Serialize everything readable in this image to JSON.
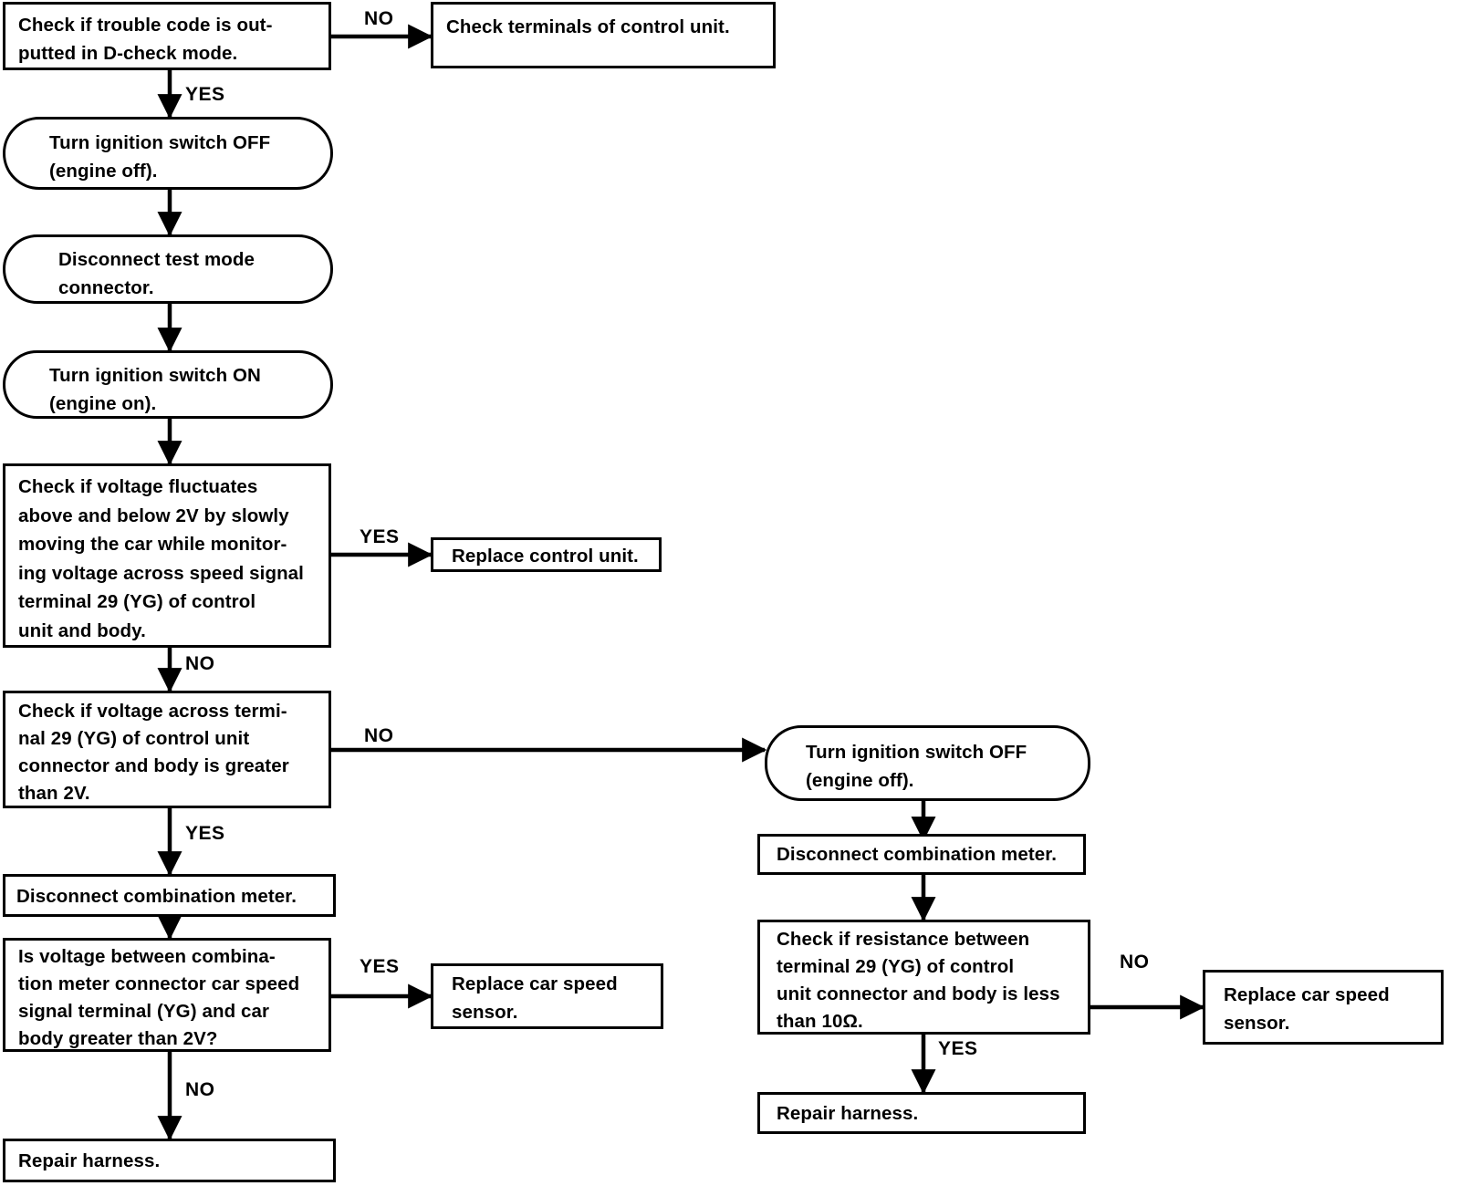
{
  "diagram": {
    "title": "Car speed sensor / speed signal diagnostic flowchart",
    "line_color": "#000000",
    "background_color": "#ffffff"
  },
  "nodes": [
    {
      "id": "n1",
      "name": "check-trouble-code",
      "shape": "rectangle",
      "text": "Check if trouble code is out-\nputted in D-check mode."
    },
    {
      "id": "n2",
      "name": "check-terminals-control-unit",
      "shape": "rectangle",
      "text": "Check terminals of control unit."
    },
    {
      "id": "n3",
      "name": "turn-ignition-off-1",
      "shape": "rounded",
      "text": "Turn ignition switch OFF\n(engine off)."
    },
    {
      "id": "n4",
      "name": "disconnect-test-mode-connector",
      "shape": "rounded",
      "text": "Disconnect test mode\nconnector."
    },
    {
      "id": "n5",
      "name": "turn-ignition-on",
      "shape": "rounded",
      "text": "Turn ignition switch ON\n(engine on)."
    },
    {
      "id": "n6",
      "name": "check-voltage-fluctuates",
      "shape": "rectangle",
      "text": "Check if voltage fluctuates\nabove and below 2V by slowly\nmoving the car while monitor-\ning voltage across speed signal\nterminal 29 (YG) of control\nunit and body."
    },
    {
      "id": "n7",
      "name": "replace-control-unit",
      "shape": "rectangle",
      "text": "Replace control unit."
    },
    {
      "id": "n8",
      "name": "check-voltage-terminal-29",
      "shape": "rectangle",
      "text": "Check if voltage across termi-\nnal 29 (YG) of control unit\nconnector and body is greater\nthan 2V."
    },
    {
      "id": "n9",
      "name": "disconnect-combination-meter-left",
      "shape": "rectangle",
      "text": "Disconnect combination meter."
    },
    {
      "id": "n10",
      "name": "is-voltage-combination-meter",
      "shape": "rectangle",
      "text": "Is voltage between combina-\ntion meter connector car speed\nsignal terminal (YG) and car\nbody greater than 2V?"
    },
    {
      "id": "n11",
      "name": "replace-car-speed-sensor-left",
      "shape": "rectangle",
      "text": "Replace car speed\nsensor."
    },
    {
      "id": "n12",
      "name": "repair-harness-left",
      "shape": "rectangle",
      "text": "Repair harness."
    },
    {
      "id": "n13",
      "name": "turn-ignition-off-2",
      "shape": "rounded",
      "text": "Turn ignition switch OFF\n(engine off)."
    },
    {
      "id": "n14",
      "name": "disconnect-combination-meter-right",
      "shape": "rectangle",
      "text": "Disconnect combination meter."
    },
    {
      "id": "n15",
      "name": "check-resistance-terminal-29",
      "shape": "rectangle",
      "text": "Check if resistance between\nterminal 29 (YG) of control\nunit connector and body is less\nthan 10Ω."
    },
    {
      "id": "n16",
      "name": "replace-car-speed-sensor-right",
      "shape": "rectangle",
      "text": "Replace car speed\nsensor."
    },
    {
      "id": "n17",
      "name": "repair-harness-right",
      "shape": "rectangle",
      "text": "Repair harness."
    }
  ],
  "edge_labels": [
    {
      "id": "e1",
      "name": "edge-label-no-1",
      "text": "NO"
    },
    {
      "id": "e2",
      "name": "edge-label-yes-1",
      "text": "YES"
    },
    {
      "id": "e3",
      "name": "edge-label-yes-2",
      "text": "YES"
    },
    {
      "id": "e4",
      "name": "edge-label-no-2",
      "text": "NO"
    },
    {
      "id": "e5",
      "name": "edge-label-no-3",
      "text": "NO"
    },
    {
      "id": "e6",
      "name": "edge-label-yes-3",
      "text": "YES"
    },
    {
      "id": "e7",
      "name": "edge-label-yes-4",
      "text": "YES"
    },
    {
      "id": "e8",
      "name": "edge-label-no-4",
      "text": "NO"
    },
    {
      "id": "e9",
      "name": "edge-label-no-5",
      "text": "NO"
    },
    {
      "id": "e10",
      "name": "edge-label-yes-5",
      "text": "YES"
    }
  ]
}
